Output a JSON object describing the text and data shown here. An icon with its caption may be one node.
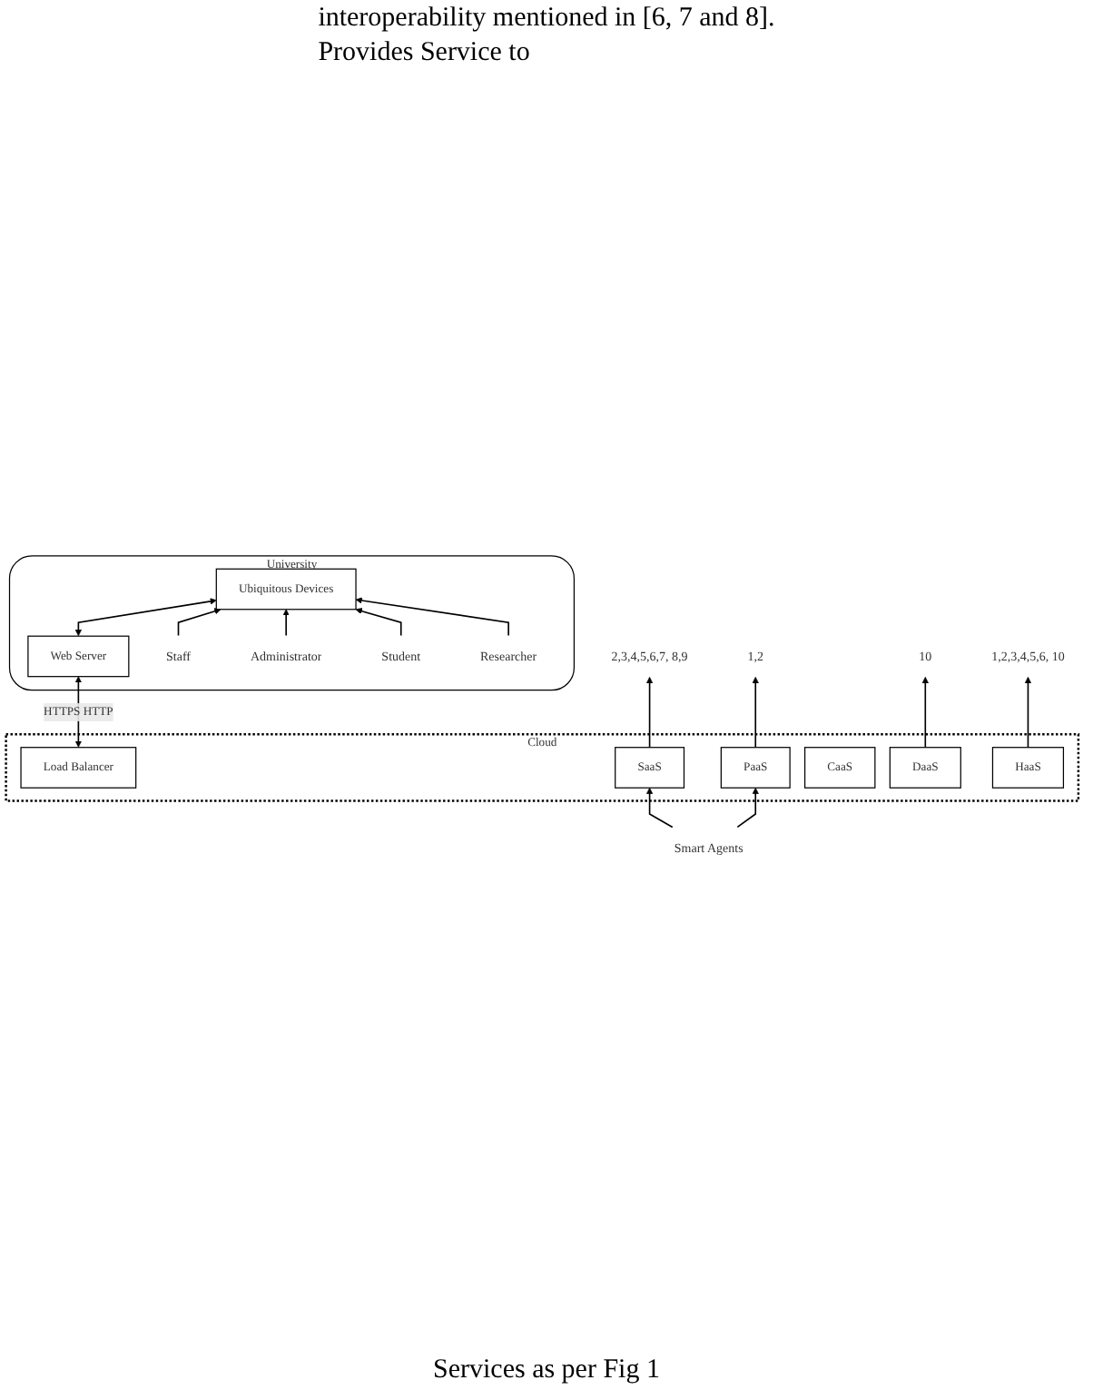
{
  "diagram": {
    "nodes": [
      {
        "text": [
          "Cloud"
        ]
      },
      {
        "text": [
          "SaaS"
        ],
        "in": 0
      },
      {
        "text": [
          "PaaS"
        ],
        "in": 0
      },
      {
        "text": [
          "DaaS"
        ],
        "in": 0
      },
      {
        "text": [
          "CaaS"
        ],
        "in": 0
      },
      {
        "text": [
          "HaaS"
        ],
        "in": 0
      },
      {
        "text": [
          "Load Balancer"
        ],
        "in": 0
      },
      {
        "text": [
          "2,3,4,5,6,7, 8,9"
        ]
      },
      {
        "text": [
          "1,2"
        ]
      },
      {
        "text": [
          "10"
        ]
      },
      {
        "text": [
          "1,2,3,4,5,6, 10"
        ]
      },
      {
        "text": [
          "Smart Agents"
        ]
      },
      {
        "text": [
          "University"
        ]
      },
      {
        "text": [
          "Web Server"
        ],
        "in": 12
      },
      {
        "text": [
          "Ubiquitous Devices"
        ],
        "in": 12
      },
      {
        "text": [
          "Staff"
        ],
        "in": 12
      },
      {
        "text": [
          "Administrator"
        ],
        "in": 12
      },
      {
        "text": [
          "Student"
        ],
        "in": 12
      },
      {
        "text": [
          "Researcher"
        ],
        "in": 12
      }
    ],
    "edges": [
      {
        "from": 1,
        "to": 7,
        "arrow": "to"
      },
      {
        "from": 11,
        "to": 1,
        "arrow": "to"
      },
      {
        "from": 11,
        "to": 2,
        "arrow": "to"
      },
      {
        "from": 2,
        "to": 8,
        "arrow": "to"
      },
      {
        "from": 3,
        "to": 9,
        "arrow": "to"
      },
      {
        "from": 5,
        "to": 10,
        "arrow": "to"
      },
      {
        "from": 6,
        "to": 13,
        "label": "HTTPS HTTP",
        "arrow": "both"
      },
      {
        "from": 13,
        "to": 14,
        "arrow": "both"
      },
      {
        "from": 15,
        "to": 14,
        "arrow": "to"
      },
      {
        "from": 16,
        "to": 14,
        "arrow": "to"
      },
      {
        "from": 17,
        "to": 14,
        "arrow": "to"
      },
      {
        "from": 18,
        "to": 14,
        "arrow": "to"
      }
    ],
    "labels": [
      "interoperability mentioned in [6, 7 and 8].",
      "Provides Service to",
      "Services as per Fig 1"
    ]
  }
}
